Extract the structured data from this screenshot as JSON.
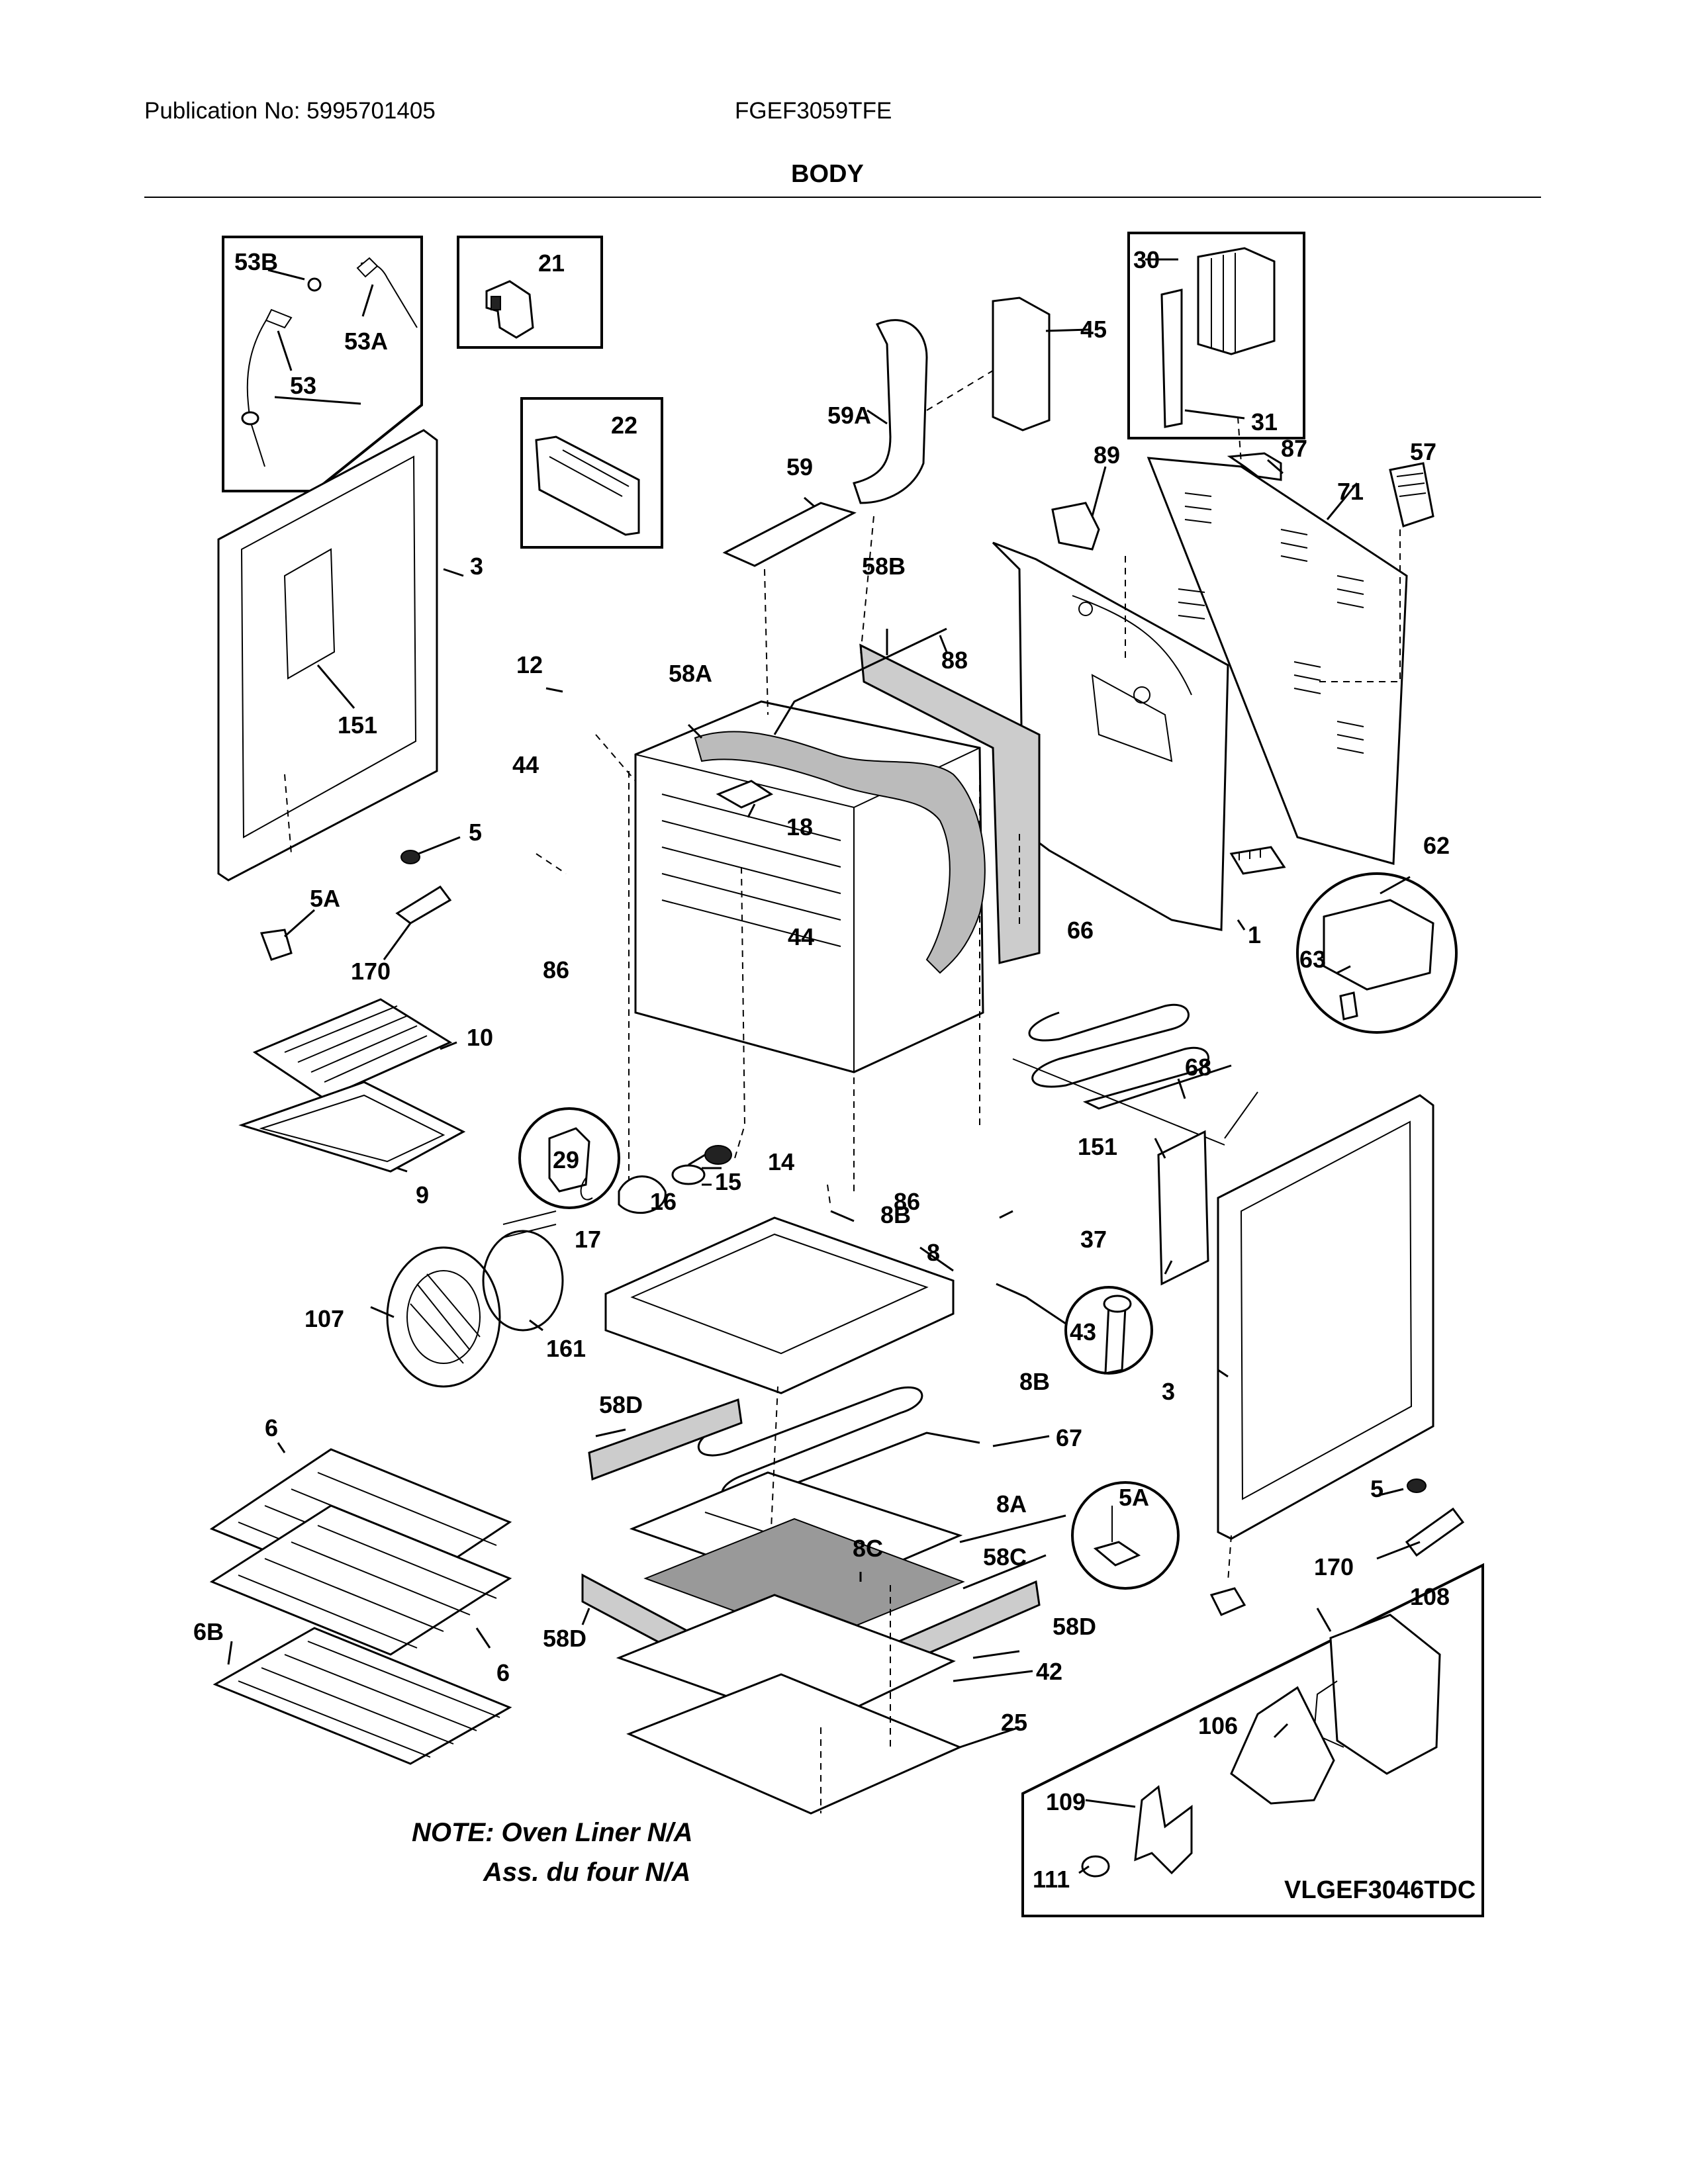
{
  "header": {
    "publication": "Publication No: 5995701405",
    "model": "FGEF3059TFE",
    "section": "BODY"
  },
  "callouts": {
    "c53B": "53B",
    "c53A": "53A",
    "c53": "53",
    "c21": "21",
    "c22": "22",
    "c30": "30",
    "c31": "31",
    "c45": "45",
    "c59A": "59A",
    "c59": "59",
    "c89": "89",
    "c87": "87",
    "c57": "57",
    "c71": "71",
    "c3a": "3",
    "c151a": "151",
    "c12": "12",
    "c44a": "44",
    "c58A": "58A",
    "c58B": "58B",
    "c88": "88",
    "c18": "18",
    "c5a": "5",
    "c5Aa": "5A",
    "c170a": "170",
    "c62": "62",
    "c63": "63",
    "c1": "1",
    "c66": "66",
    "c86a": "86",
    "c44b": "44",
    "c10": "10",
    "c9": "9",
    "c29": "29",
    "c14": "14",
    "c15": "15",
    "c16": "16",
    "c17": "17",
    "c86b": "86",
    "c68": "68",
    "c151b": "151",
    "c37": "37",
    "c8B1": "8B",
    "c8": "8",
    "c43": "43",
    "c8B2": "8B",
    "c3b": "3",
    "c107": "107",
    "c161": "161",
    "c6a": "6",
    "c58D1": "58D",
    "c67": "67",
    "c5b": "5",
    "c5Ab": "5A",
    "c8A": "8A",
    "c8C": "8C",
    "c58C": "58C",
    "c58D2": "58D",
    "c58D3": "58D",
    "c170b": "170",
    "c6B": "6B",
    "c6b": "6",
    "c42": "42",
    "c25": "25",
    "c108": "108",
    "c106": "106",
    "c109": "109",
    "c111": "111"
  },
  "note": {
    "line1": "NOTE: Oven Liner N/A",
    "line2": "Ass. du four N/A"
  },
  "reference_code": "VLGEF3046TDC"
}
